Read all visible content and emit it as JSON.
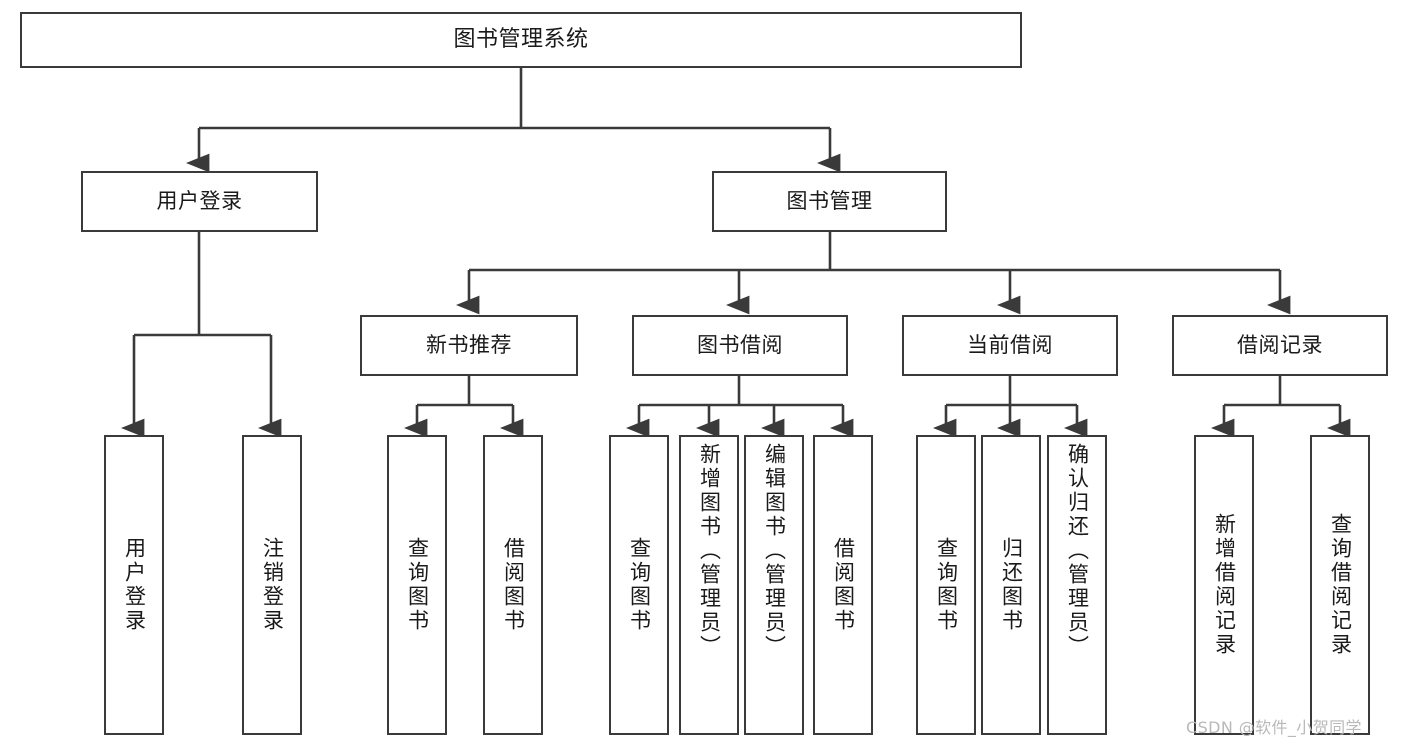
{
  "diagram": {
    "title": "图书管理系统",
    "type": "tree-hierarchy-chart",
    "line_color": "#3a3a3a",
    "box_fill": "#ffffff",
    "text_color": "#1a1a1a"
  },
  "nodes": {
    "root": {
      "label": "图书管理系统"
    },
    "level2": [
      {
        "label": "用户登录"
      },
      {
        "label": "图书管理"
      }
    ],
    "level3": [
      {
        "label": "新书推荐"
      },
      {
        "label": "图书借阅"
      },
      {
        "label": "当前借阅"
      },
      {
        "label": "借阅记录"
      }
    ],
    "leaves": {
      "user_login": [
        {
          "label": "用户登录"
        },
        {
          "label": "注销登录"
        }
      ],
      "new_book": [
        {
          "label": "查询图书"
        },
        {
          "label": "借阅图书"
        }
      ],
      "book_borrow": [
        {
          "label": "查询图书"
        },
        {
          "label": "新增图书（管理员）"
        },
        {
          "label": "编辑图书（管理员）"
        },
        {
          "label": "借阅图书"
        }
      ],
      "current_borrow": [
        {
          "label": "查询图书"
        },
        {
          "label": "归还图书"
        },
        {
          "label": "确认归还（管理员）"
        }
      ],
      "borrow_record": [
        {
          "label": "新增借阅记录"
        },
        {
          "label": "查询借阅记录"
        }
      ]
    }
  },
  "watermark": {
    "text": "CSDN @软件_小贺同学"
  }
}
